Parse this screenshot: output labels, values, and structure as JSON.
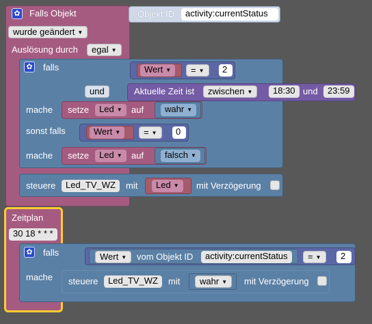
{
  "trigger": {
    "title": "Falls Objekt",
    "object_id_label": "Objekt ID",
    "object_id_value": "activity:currentStatus",
    "condition_value": "wurde geändert",
    "trigger_label": "Auslösung durch",
    "trigger_value": "egal"
  },
  "if_block": {
    "if_label": "falls",
    "var1": "Wert",
    "op1": "=",
    "num1": "2",
    "and_label": "und",
    "time_label": "Aktuelle Zeit ist",
    "time_mode": "zwischen",
    "time_from": "18:30",
    "and_label2": "und",
    "time_to": "23:59",
    "do_label1": "mache",
    "set_label1": "setze",
    "set_var1": "Led",
    "to_label1": "auf",
    "set_value1": "wahr",
    "elseif_label": "sonst falls",
    "var2": "Wert",
    "op2": "=",
    "num2": "0",
    "do_label2": "mache",
    "set_label2": "setze",
    "set_var2": "Led",
    "to_label2": "auf",
    "set_value2": "falsch"
  },
  "control1": {
    "label": "steuere",
    "target": "Led_TV_WZ",
    "with_label": "mit",
    "value": "Led",
    "delay_label": "mit Verzögerung"
  },
  "schedule": {
    "title": "Zeitplan",
    "cron": "30 18 * * *",
    "if_label": "falls",
    "var": "Wert",
    "of_object_label": "vom Objekt ID",
    "object_id": "activity:currentStatus",
    "op": "=",
    "num": "2",
    "do_label": "mache",
    "control_label": "steuere",
    "target": "Led_TV_WZ",
    "with_label": "mit",
    "value": "wahr",
    "delay_label": "mit Verzögerung"
  },
  "colors": {
    "trigger_block": "#a55b80",
    "logic_block": "#5b80a5",
    "selected_outline": "#ffcc33",
    "background": "#585858"
  }
}
